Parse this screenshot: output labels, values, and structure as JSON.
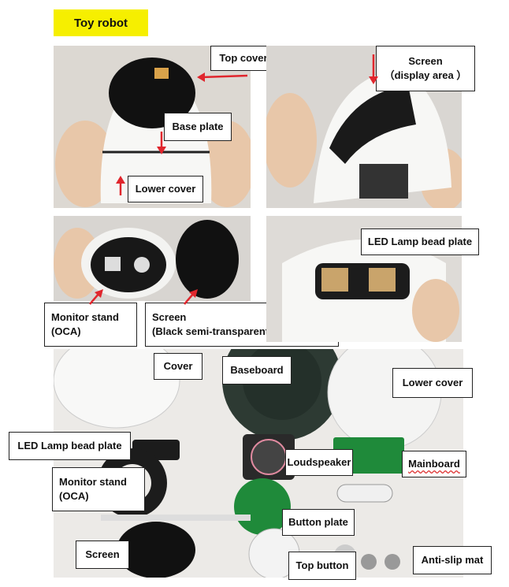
{
  "title": "Toy robot",
  "labels": {
    "top_cover": "Top cover",
    "base_plate": "Base plate",
    "lower_cover_1": "Lower cover",
    "screen_1_line1": "Screen",
    "screen_1_line2": "（display area ）",
    "led_plate_1": "LED Lamp bead plate",
    "monitor_stand_1_line1": "Monitor stand",
    "monitor_stand_1_line2": "(OCA)",
    "screen_2_line1": "Screen",
    "screen_2_line2": "(Black semi-transparent plastic part)",
    "cover": "Cover",
    "baseboard": "Baseboard",
    "lower_cover_2": "Lower cover",
    "led_plate_2": "LED Lamp bead plate",
    "loudspeaker": "Loudspeaker",
    "mainboard": "Mainboard",
    "monitor_stand_2_line1": "Monitor stand",
    "monitor_stand_2_line2": "(OCA)",
    "button_plate": "Button plate",
    "screen_3": "Screen",
    "top_button": "Top button",
    "anti_slip_mat": "Anti-slip mat"
  },
  "colors": {
    "title_bg": "#f6ef00",
    "arrow": "#e0262d",
    "pcb": "#1f8a3a"
  }
}
